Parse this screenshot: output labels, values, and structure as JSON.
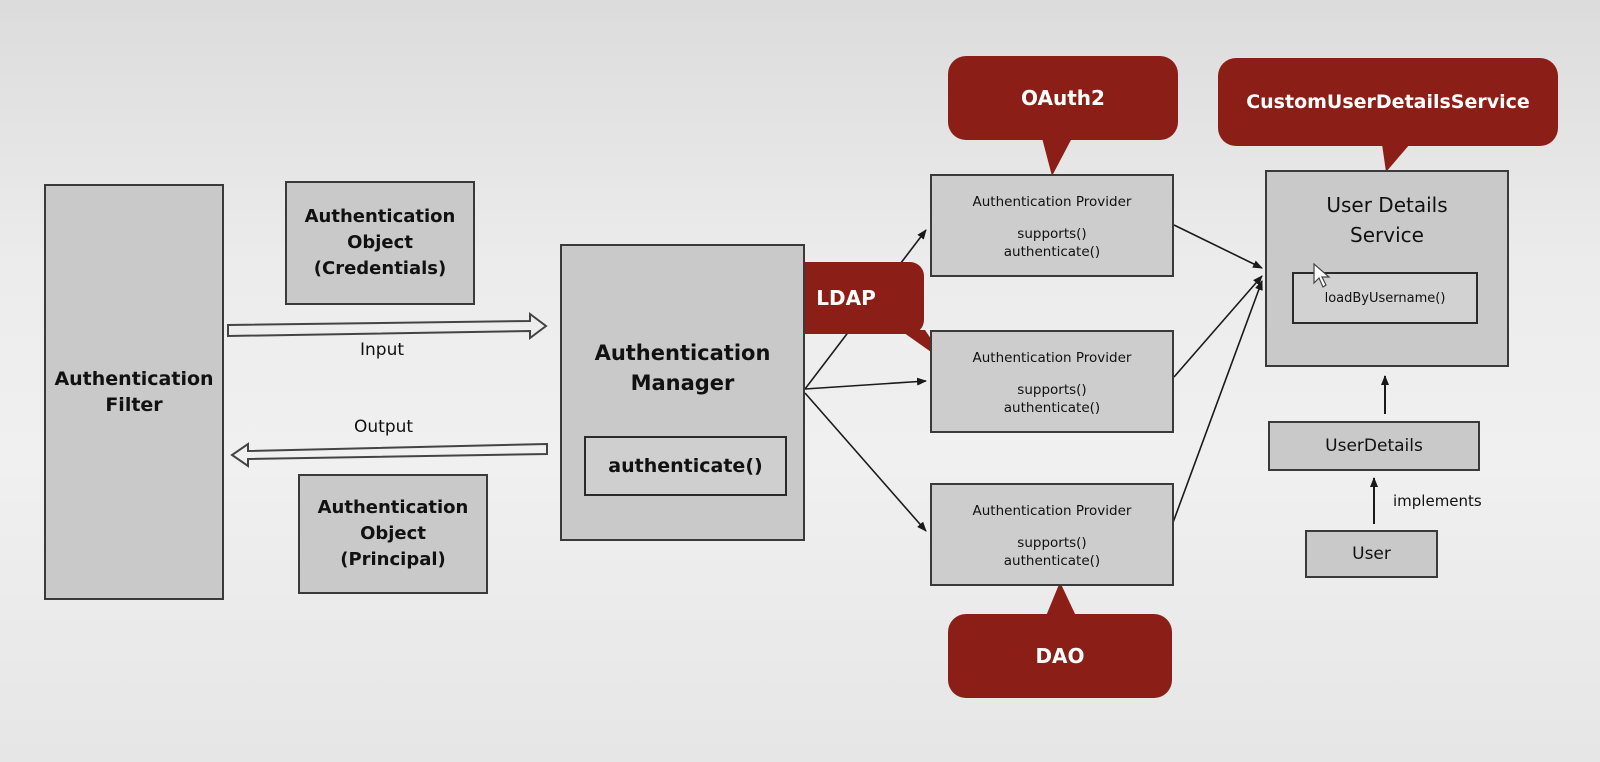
{
  "filter": {
    "line1": "Authentication",
    "line2": "Filter"
  },
  "auth_object_credentials": {
    "line1": "Authentication",
    "line2": "Object",
    "line3": "(Credentials)"
  },
  "auth_object_principal": {
    "line1": "Authentication",
    "line2": "Object",
    "line3": "(Principal)"
  },
  "flow": {
    "input_label": "Input",
    "output_label": "Output"
  },
  "manager": {
    "line1": "Authentication",
    "line2": "Manager",
    "method": "authenticate()"
  },
  "providers": [
    {
      "title": "Authentication Provider",
      "method1": "supports()",
      "method2": "authenticate()"
    },
    {
      "title": "Authentication Provider",
      "method1": "supports()",
      "method2": "authenticate()"
    },
    {
      "title": "Authentication Provider",
      "method1": "supports()",
      "method2": "authenticate()"
    }
  ],
  "callouts": {
    "oauth2": "OAuth2",
    "ldap": "LDAP",
    "dao": "DAO",
    "custom_service": "CustomUserDetailsService"
  },
  "user_details_service": {
    "line1": "User Details",
    "line2": "Service",
    "method": "loadByUsername()"
  },
  "user_details": {
    "label": "UserDetails"
  },
  "user": {
    "label": "User"
  },
  "implements_label": "implements",
  "colors": {
    "box_fill": "#c9c9c9",
    "box_border": "#3a3a3a",
    "callout_fill": "#8b1f17",
    "background": "#ebebeb"
  }
}
